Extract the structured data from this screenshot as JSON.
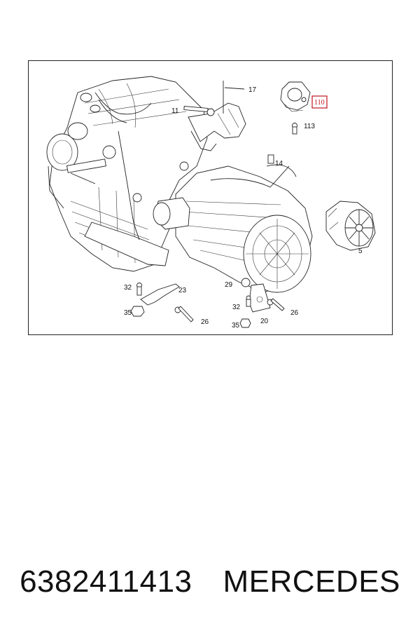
{
  "diagram": {
    "callouts": {
      "c17": "17",
      "c11": "11",
      "c110": "110",
      "c113": "113",
      "c14": "14",
      "c5": "5",
      "c32a": "32",
      "c23": "23",
      "c35a": "35",
      "c26a": "26",
      "c29": "29",
      "c32b": "32",
      "c26b": "26",
      "c35b": "35",
      "c20": "20"
    },
    "highlighted_part": "110",
    "highlight_color": "#c0141e"
  },
  "footer": {
    "part_number": "6382411413",
    "brand": "MERCEDES"
  }
}
